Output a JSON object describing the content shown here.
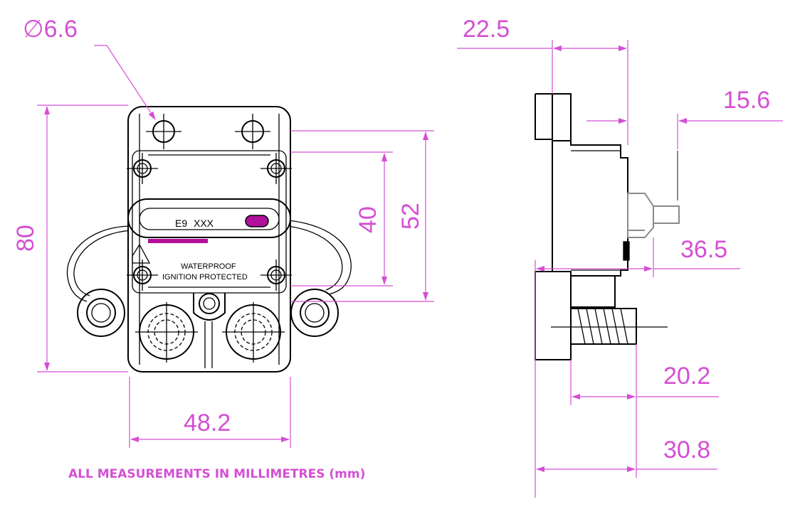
{
  "dimensions": {
    "hole_diameter": "∅6.6",
    "front_height": "80",
    "inner_height_40": "40",
    "inner_height_52": "52",
    "front_width": "48.2",
    "side_22_5": "22.5",
    "side_15_6": "15.6",
    "side_36_5": "36.5",
    "side_20_2": "20.2",
    "side_30_8": "30.8"
  },
  "device_labels": {
    "model": "E9",
    "model_code": "XXX",
    "line1": "WATERPROOF",
    "line2": "IGNITION  PROTECTED"
  },
  "note": "ALL MEASUREMENTS IN MILLIMETRES (mm)",
  "colors": {
    "dimension": "#d44fd4",
    "outline": "#000000",
    "switch_indicator": "#b0109a"
  }
}
